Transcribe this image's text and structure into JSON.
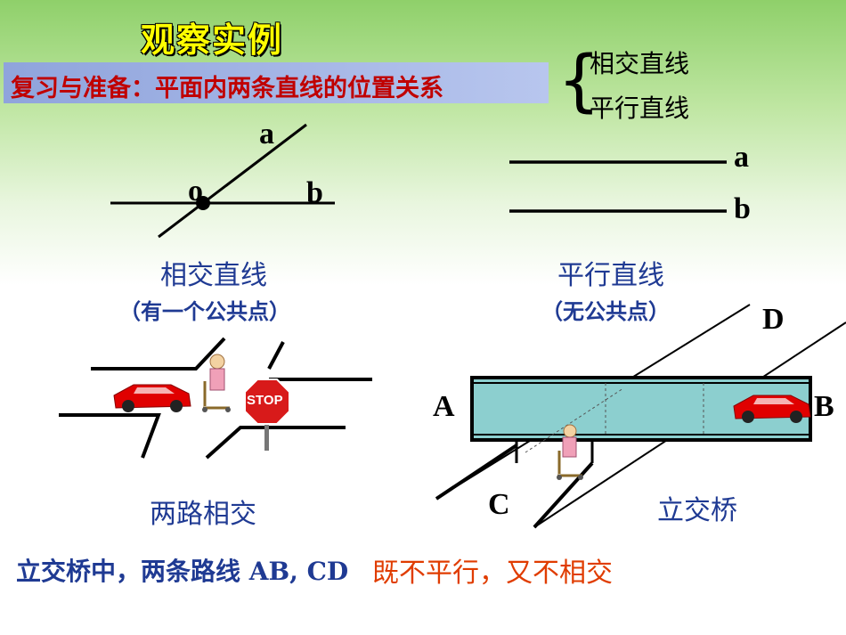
{
  "title": "观察实例",
  "review": "复习与准备：平面内两条直线的位置关系",
  "brace_items": [
    "相交直线",
    "平行直线"
  ],
  "intersect": {
    "label_a": "a",
    "label_o": "o",
    "label_b": "b",
    "caption": "相交直线",
    "sub": "（有一个公共点）"
  },
  "parallel": {
    "label_a": "a",
    "label_b": "b",
    "caption": "平行直线",
    "sub": "（无公共点）"
  },
  "roads": {
    "caption": "两路相交",
    "stop_sign": "STOP"
  },
  "bridge": {
    "label_A": "A",
    "label_B": "B",
    "label_C": "C",
    "label_D": "D",
    "caption": "立交桥"
  },
  "bottom": {
    "blue": "立交桥中，两条路线 AB, CD",
    "red": "既不平行，又不相交"
  },
  "colors": {
    "title_yellow": "#ffff00",
    "review_red": "#c00000",
    "caption_blue": "#1f3a93",
    "conclusion_red": "#e03c00",
    "bridge_fill": "#8ccfcf",
    "car_red": "#e00000"
  }
}
